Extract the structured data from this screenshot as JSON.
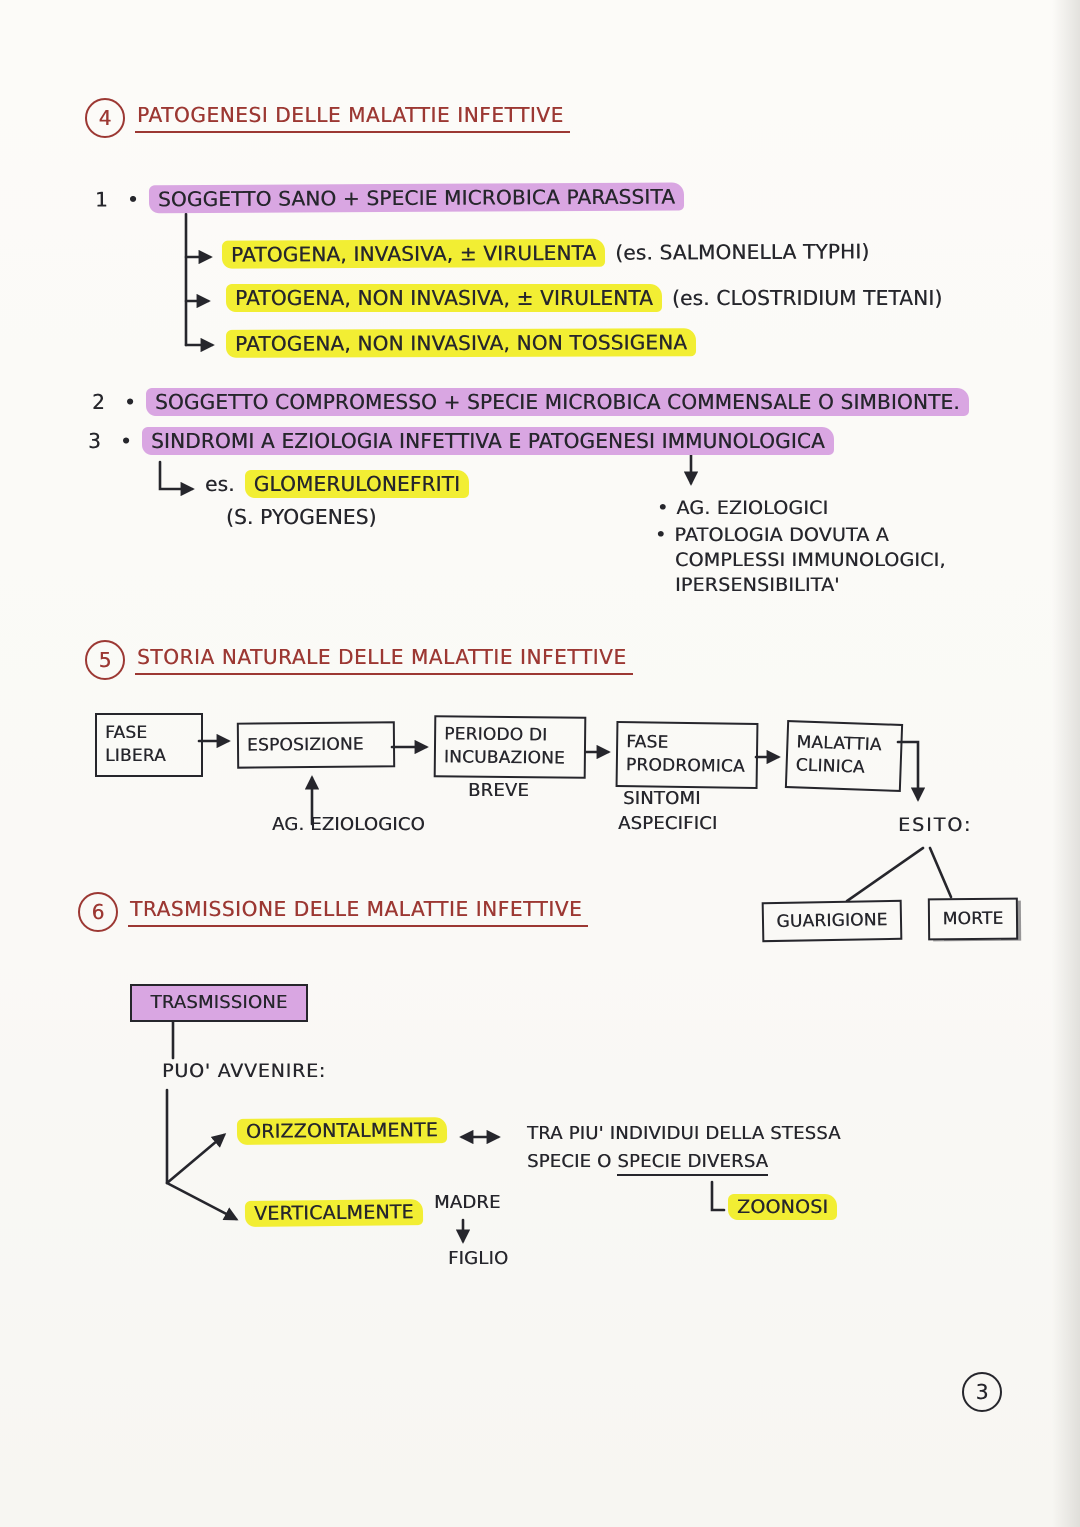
{
  "bullet": "•",
  "page_number": "3",
  "colors": {
    "ink": "#26262c",
    "red_pen": "#9c3833",
    "highlight_yellow": "#f2ee33",
    "highlight_purple": "#d9a6e2"
  },
  "s4": {
    "number": "4",
    "title": "PATOGENESI DELLE MALATTIE INFETTIVE",
    "items": [
      {
        "num": "1",
        "text": "SOGGETTO SANO + SPECIE MICROBICA PARASSITA"
      },
      {
        "num": "2",
        "text": "SOGGETTO COMPROMESSO + SPECIE MICROBICA COMMENSALE O SIMBIONTE."
      },
      {
        "num": "3",
        "text": "SINDROMI A EZIOLOGIA INFETTIVA E PATOGENESI IMMUNOLOGICA"
      }
    ],
    "branches": [
      {
        "highlight": "PATOGENA, INVASIVA, ± VIRULENTA",
        "note": "(es. SALMONELLA TYPHI)"
      },
      {
        "highlight": "PATOGENA, NON INVASIVA, ± VIRULENTA",
        "note": "(es. CLOSTRIDIUM TETANI)"
      },
      {
        "highlight": "PATOGENA, NON INVASIVA, NON TOSSIGENA",
        "note": ""
      }
    ],
    "example": {
      "prefix": "es.",
      "highlight": "GLOMERULONEFRITI",
      "detail": "(S. PYOGENES)"
    },
    "notes": {
      "item1": "AG. EZIOLOGICI",
      "item2_line1": "PATOLOGIA DOVUTA A",
      "item2_line2": "COMPLESSI IMMUNOLOGICI,",
      "item2_line3": "IPERSENSIBILITA'"
    }
  },
  "s5": {
    "number": "5",
    "title": "STORIA NATURALE DELLE MALATTIE INFETTIVE",
    "boxes": [
      "FASE LIBERA",
      "ESPOSIZIONE",
      "PERIODO DI INCUBAZIONE",
      "FASE PRODROMICA",
      "MALATTIA CLINICA"
    ],
    "agent_label": "AG. EZIOLOGICO",
    "incubation_note": "BREVE",
    "prodromic_note_line1": "SINTOMI",
    "prodromic_note_line2": "ASPECIFICI",
    "outcome_label": "ESITO:",
    "outcomes": [
      "GUARIGIONE",
      "MORTE"
    ]
  },
  "s6": {
    "number": "6",
    "title": "TRASMISSIONE DELLE MALATTIE INFETTIVE",
    "root": "TRASMISSIONE",
    "occurs": "PUO' AVVENIRE:",
    "horizontal": "ORIZZONTALMENTE",
    "vertical": "VERTICALMENTE",
    "desc_line1": "TRA PIU' INDIVIDUI DELLA STESSA",
    "desc_line2_plain": "SPECIE O ",
    "desc_line2_underlined": "SPECIE DIVERSA",
    "zoonosis": "ZOONOSI",
    "mother": "MADRE",
    "child": "FIGLIO"
  }
}
